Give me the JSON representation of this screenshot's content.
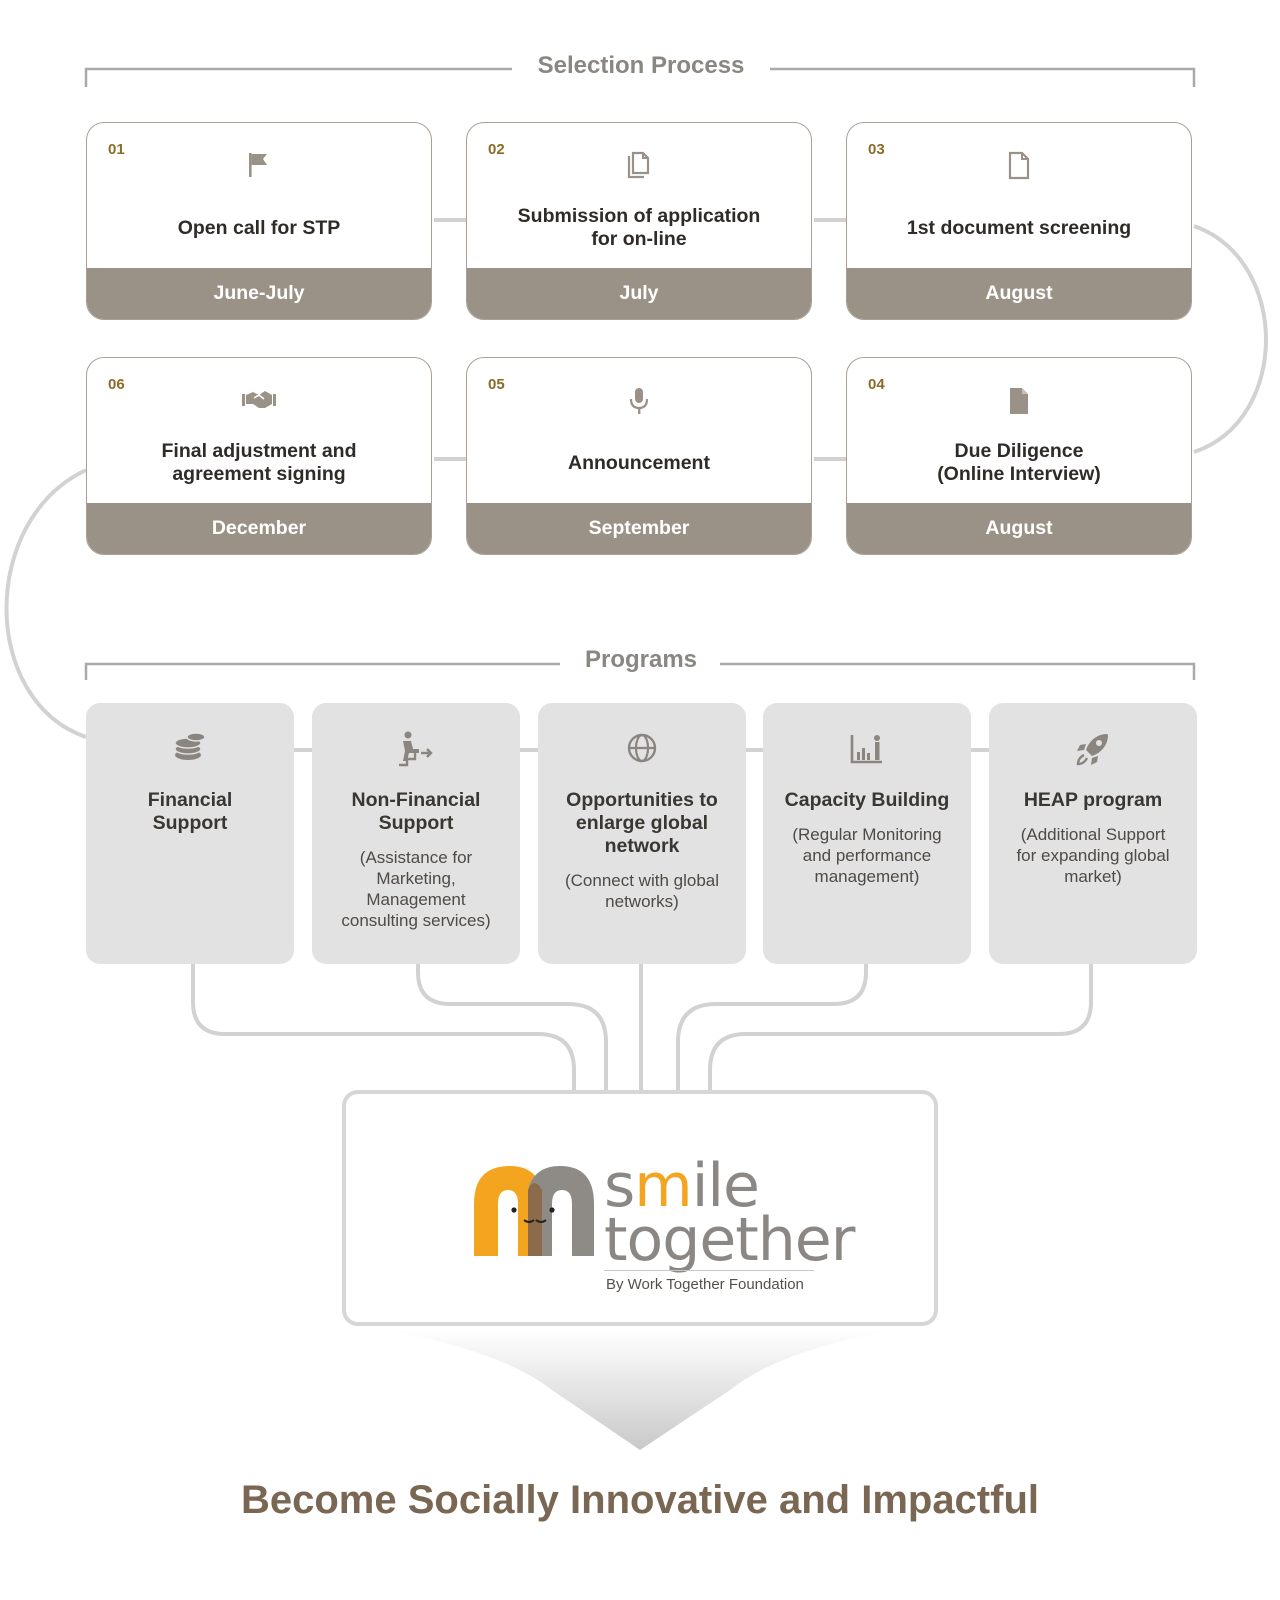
{
  "selection": {
    "title": "Selection Process",
    "steps": [
      {
        "num": "01",
        "title": "Open call for STP",
        "date": "June-July",
        "icon": "flag-icon"
      },
      {
        "num": "02",
        "title": "Submission of application\nfor on-line",
        "date": "July",
        "icon": "copy-documents-icon"
      },
      {
        "num": "03",
        "title": "1st document screening",
        "date": "August",
        "icon": "document-icon"
      },
      {
        "num": "04",
        "title": "Due Diligence\n(Online Interview)",
        "date": "August",
        "icon": "filled-document-icon"
      },
      {
        "num": "05",
        "title": "Announcement",
        "date": "September",
        "icon": "microphone-icon"
      },
      {
        "num": "06",
        "title": "Final adjustment and\nagreement signing",
        "date": "December",
        "icon": "handshake-icon"
      }
    ]
  },
  "programs": {
    "title": "Programs",
    "items": [
      {
        "title": "Financial\nSupport",
        "desc": "",
        "icon": "coins-icon"
      },
      {
        "title": "Non-Financial\nSupport",
        "desc": "(Assistance for\nMarketing,\nManagement\nconsulting services)",
        "icon": "climbing-person-icon"
      },
      {
        "title": "Opportunities to\nenlarge global\nnetwork",
        "desc": "(Connect with global\nnetworks)",
        "icon": "globe-icon"
      },
      {
        "title": "Capacity Building",
        "desc": "(Regular Monitoring\nand performance\nmanagement)",
        "icon": "chart-person-icon"
      },
      {
        "title": "HEAP program",
        "desc": "(Additional Support\nfor expanding global\nmarket)",
        "icon": "rocket-icon"
      }
    ]
  },
  "logo": {
    "word1": "smile",
    "word2": "together",
    "byline": "By Work Together Foundation"
  },
  "colors": {
    "accent_gold": "#f3a51f",
    "accent_brown": "#8c6b4a",
    "date_bar": "#9b9287",
    "program_bg": "#e2e2e2",
    "tagline": "#7a6753"
  },
  "tagline": "Become Socially Innovative and Impactful"
}
